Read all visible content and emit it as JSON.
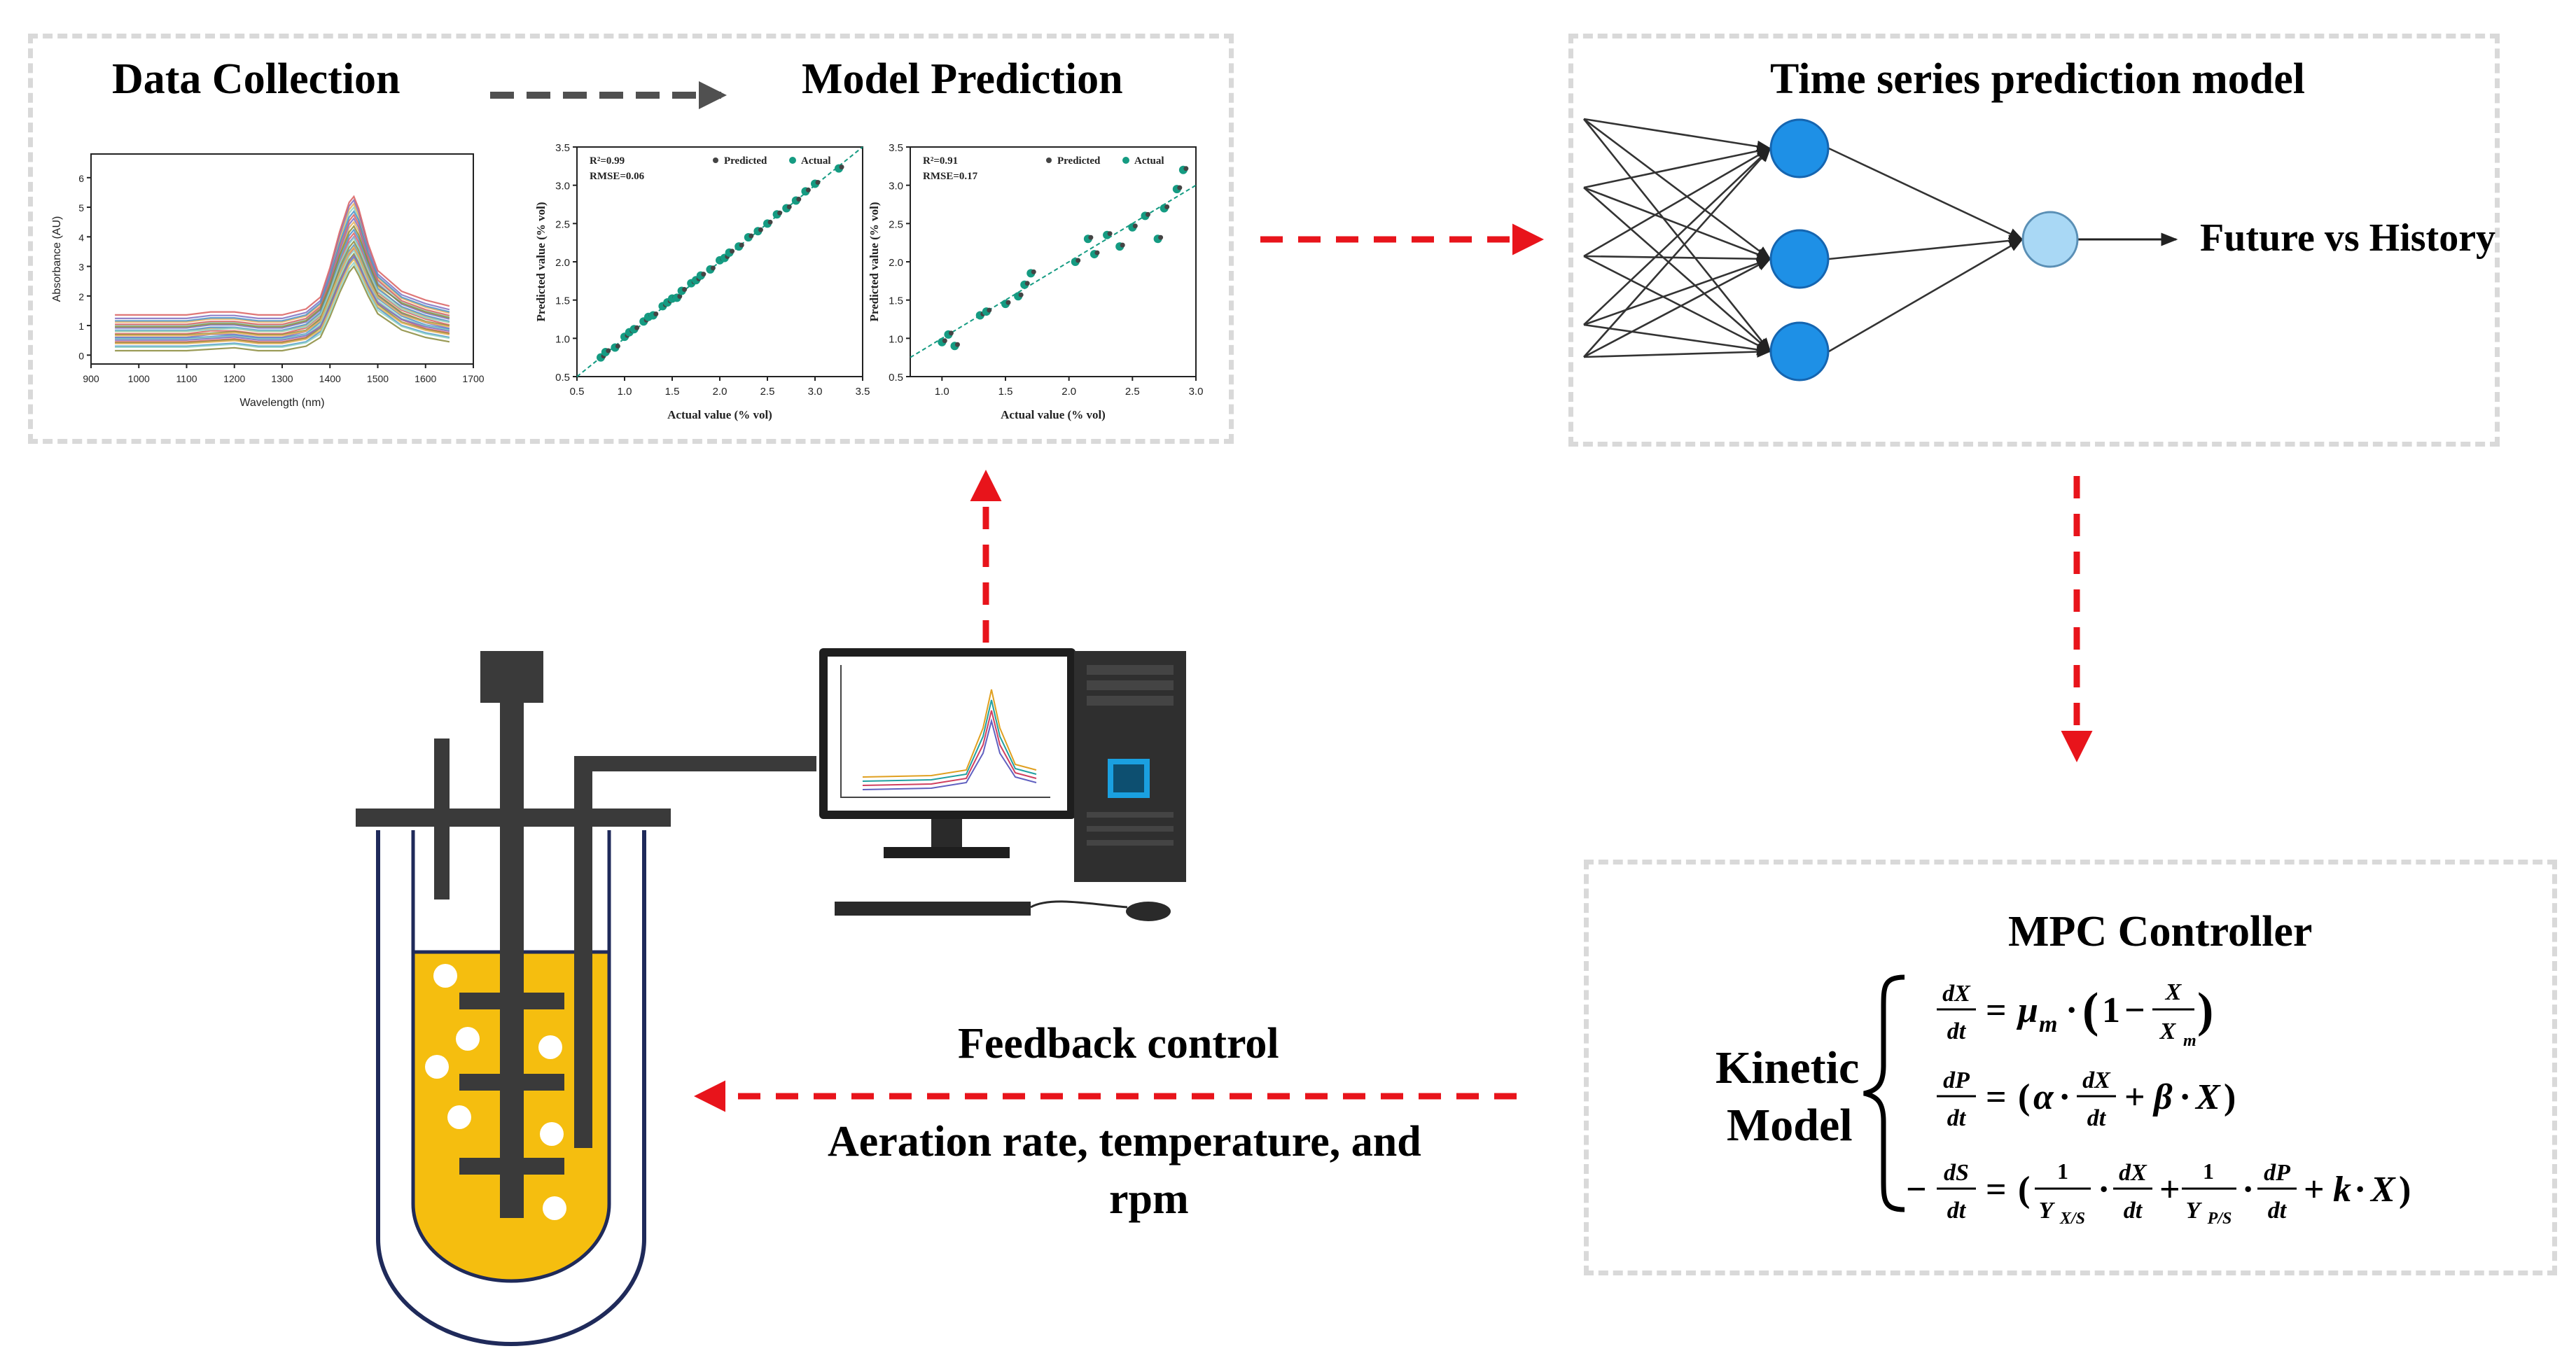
{
  "panels": {
    "data_collection": {
      "title": "Data Collection"
    },
    "model_prediction": {
      "title": "Model Prediction"
    },
    "time_series": {
      "title": "Time series prediction model",
      "output_label": "Future vs History"
    },
    "mpc": {
      "title": "MPC Controller",
      "kinetic_label_line1": "Kinetic",
      "kinetic_label_line2": "Model"
    },
    "feedback": {
      "title": "Feedback control",
      "subtitle_line1": "Aeration rate, temperature, and",
      "subtitle_line2": "rpm"
    }
  },
  "equations": [
    {
      "lhs_num": "dX",
      "lhs_den": "dt"
    },
    {
      "lhs_num": "dP",
      "lhs_den": "dt"
    },
    {
      "lhs_num": "dS",
      "lhs_den": "dt"
    }
  ],
  "colors": {
    "dashed_arrow": "#e8141b",
    "gray_arrow": "#505050",
    "neuron": "#1e90e6",
    "output_neuron": "#a9d8f5",
    "liquid": "#f5be0f",
    "reactor_line": "#1f2a5a",
    "stirrer": "#3a3a3a",
    "scatter_point": "#159b82"
  },
  "chart_data": [
    {
      "type": "line",
      "title": "",
      "xlabel": "Wavelength (nm)",
      "ylabel": "Absorbance (AU)",
      "xlim": [
        900,
        1700
      ],
      "ylim": [
        -0.3,
        6.8
      ],
      "xticks": [
        "900",
        "1000",
        "1100",
        "1200",
        "1300",
        "1400",
        "1500",
        "1600",
        "1700"
      ],
      "yticks": [
        "0",
        "1",
        "2",
        "3",
        "4",
        "5",
        "6"
      ],
      "x": [
        950,
        1000,
        1050,
        1100,
        1150,
        1200,
        1250,
        1300,
        1350,
        1380,
        1400,
        1420,
        1440,
        1450,
        1460,
        1480,
        1500,
        1550,
        1600,
        1650
      ],
      "series": [
        {
          "values": [
            1.0,
            1.0,
            1.0,
            1.0,
            1.1,
            1.1,
            1.0,
            1.0,
            1.2,
            1.6,
            2.6,
            3.8,
            4.8,
            5.0,
            4.6,
            3.4,
            2.5,
            1.8,
            1.5,
            1.3
          ]
        },
        {
          "values": [
            0.8,
            0.8,
            0.8,
            0.8,
            0.9,
            0.9,
            0.8,
            0.8,
            1.0,
            1.4,
            2.3,
            3.4,
            4.3,
            4.5,
            4.2,
            3.1,
            2.3,
            1.6,
            1.3,
            1.1
          ]
        },
        {
          "values": [
            0.6,
            0.6,
            0.6,
            0.6,
            0.7,
            0.7,
            0.6,
            0.6,
            0.8,
            1.2,
            2.0,
            3.0,
            3.8,
            4.0,
            3.7,
            2.8,
            2.0,
            1.4,
            1.1,
            0.9
          ]
        },
        {
          "values": [
            0.45,
            0.45,
            0.45,
            0.45,
            0.5,
            0.55,
            0.45,
            0.45,
            0.6,
            1.0,
            1.8,
            2.7,
            3.4,
            3.6,
            3.3,
            2.5,
            1.8,
            1.2,
            0.9,
            0.75
          ]
        },
        {
          "values": [
            0.3,
            0.3,
            0.3,
            0.3,
            0.35,
            0.4,
            0.3,
            0.3,
            0.45,
            0.8,
            1.6,
            2.4,
            3.1,
            3.3,
            3.0,
            2.2,
            1.6,
            1.0,
            0.75,
            0.6
          ]
        },
        {
          "values": [
            0.15,
            0.15,
            0.15,
            0.15,
            0.2,
            0.25,
            0.15,
            0.15,
            0.3,
            0.6,
            1.3,
            2.1,
            2.8,
            3.0,
            2.7,
            2.0,
            1.4,
            0.85,
            0.6,
            0.45
          ]
        }
      ]
    },
    {
      "type": "scatter",
      "title": "",
      "xlabel": "Actual value (% vol)",
      "ylabel": "Predicted value (% vol)",
      "xlim": [
        0.5,
        3.5
      ],
      "ylim": [
        0.5,
        3.5
      ],
      "xticks": [
        "0.5",
        "1.0",
        "1.5",
        "2.0",
        "2.5",
        "3.0",
        "3.5"
      ],
      "yticks": [
        "0.5",
        "1.0",
        "1.5",
        "2.0",
        "2.5",
        "3.0",
        "3.5"
      ],
      "annotations": [
        "R²=0.99",
        "RMSE=0.06"
      ],
      "legend": [
        "Predicted",
        "Actual"
      ],
      "legend_position": "top-right",
      "x": [
        0.75,
        0.8,
        0.9,
        1.0,
        1.05,
        1.1,
        1.2,
        1.25,
        1.3,
        1.4,
        1.45,
        1.5,
        1.55,
        1.6,
        1.7,
        1.75,
        1.8,
        1.9,
        2.0,
        2.05,
        2.1,
        2.2,
        2.3,
        2.4,
        2.5,
        2.6,
        2.7,
        2.8,
        2.9,
        3.0,
        3.25
      ],
      "y": [
        0.75,
        0.82,
        0.88,
        1.02,
        1.08,
        1.12,
        1.22,
        1.28,
        1.3,
        1.42,
        1.47,
        1.52,
        1.53,
        1.62,
        1.72,
        1.76,
        1.82,
        1.9,
        2.02,
        2.05,
        2.12,
        2.2,
        2.32,
        2.4,
        2.5,
        2.62,
        2.7,
        2.8,
        2.92,
        3.02,
        3.22
      ]
    },
    {
      "type": "scatter",
      "title": "",
      "xlabel": "Actual value (% vol)",
      "ylabel": "Predicted value (% vol)",
      "xlim": [
        0.75,
        3.0
      ],
      "ylim": [
        0.5,
        3.5
      ],
      "xticks": [
        "1.0",
        "1.5",
        "2.0",
        "2.5",
        "3.0"
      ],
      "yticks": [
        "0.5",
        "1.0",
        "1.5",
        "2.0",
        "2.5",
        "3.0",
        "3.5"
      ],
      "annotations": [
        "R²=0.91",
        "RMSE=0.17"
      ],
      "legend": [
        "Predicted",
        "Actual"
      ],
      "legend_position": "top-right",
      "x": [
        1.0,
        1.05,
        1.1,
        1.3,
        1.35,
        1.5,
        1.6,
        1.65,
        1.7,
        2.05,
        2.15,
        2.2,
        2.3,
        2.4,
        2.5,
        2.6,
        2.7,
        2.75,
        2.85,
        2.9
      ],
      "y": [
        0.95,
        1.05,
        0.9,
        1.3,
        1.35,
        1.45,
        1.55,
        1.7,
        1.85,
        2.0,
        2.3,
        2.1,
        2.35,
        2.2,
        2.45,
        2.6,
        2.3,
        2.7,
        2.95,
        3.2
      ]
    }
  ]
}
